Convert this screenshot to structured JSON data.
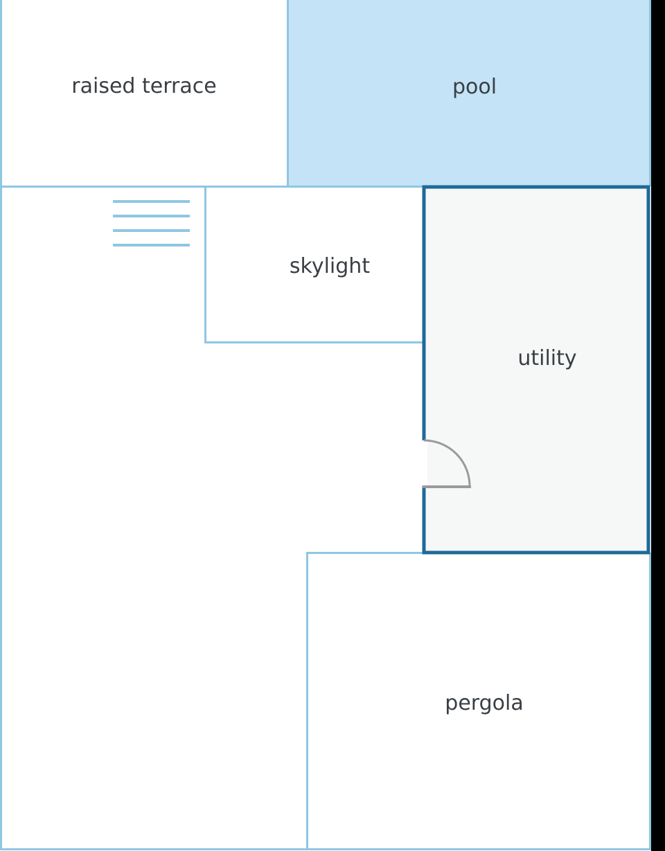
{
  "rooms": {
    "raised_terrace": "raised terrace",
    "pool": "pool",
    "skylight": "skylight",
    "utility": "utility",
    "pergola": "pergola"
  },
  "colors": {
    "wall": "#8ec7e2",
    "pool_fill": "#c4e3f7",
    "selected_border": "#1e6a99",
    "selected_fill": "#f6f7f7",
    "door": "#9a9a9a",
    "label": "#3a3f44",
    "right_strip": "#000000"
  }
}
